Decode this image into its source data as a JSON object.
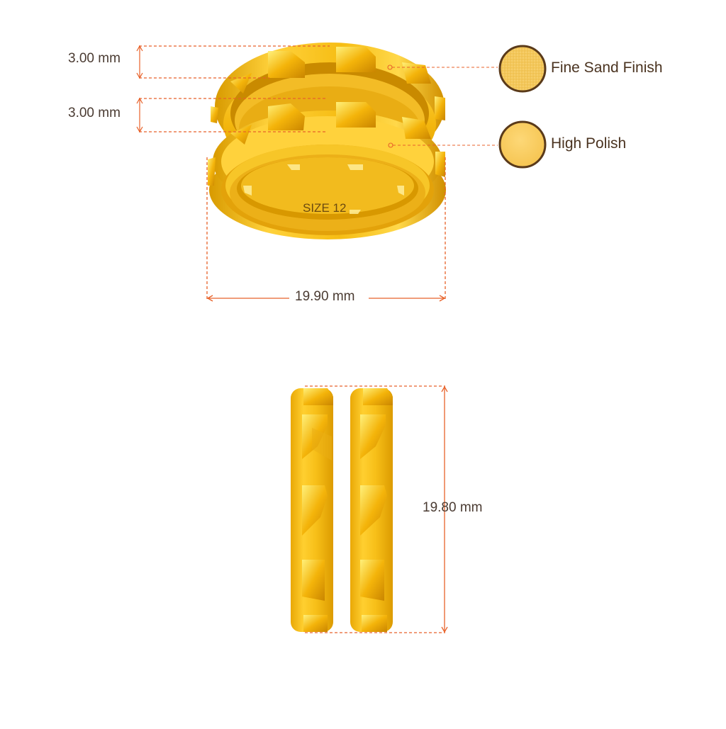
{
  "dimensions": {
    "band_width_top": "3.00 mm",
    "band_width_bottom": "3.00 mm",
    "ring_diameter": "19.90 mm",
    "ring_height": "19.80 mm"
  },
  "ring": {
    "size_label": "SIZE 12"
  },
  "finishes": [
    {
      "label": "Fine Sand Finish",
      "swatch_color": "#f4c85a",
      "texture": "sand"
    },
    {
      "label": "High Polish",
      "swatch_color": "#f9cc60",
      "texture": "polish"
    }
  ],
  "colors": {
    "measure_line": "#e8622a",
    "gold_light": "#ffd84a",
    "gold_mid": "#f5b90f",
    "gold_dark": "#c98a00",
    "swatch_border": "#5a3a1a"
  }
}
